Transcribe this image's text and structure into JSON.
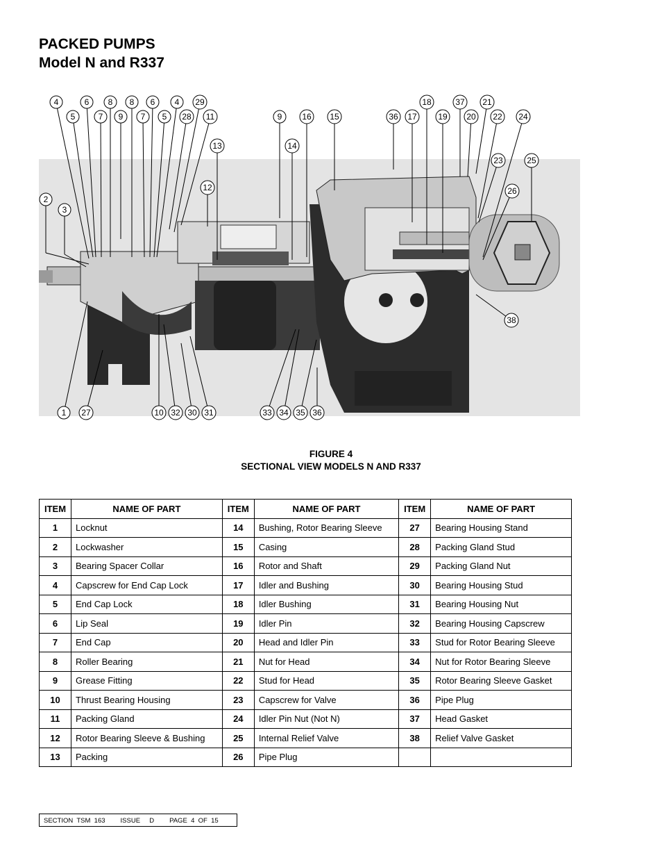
{
  "title": {
    "line1": "PACKED PUMPS",
    "line2": "Model N and R337"
  },
  "figure": {
    "caption_line1": "FIGURE 4",
    "caption_line2": "SECTIONAL VIEW MODELS N AND R337",
    "callouts": [
      "4",
      "5",
      "6",
      "7",
      "8",
      "8",
      "9",
      "6",
      "7",
      "4",
      "5",
      "29",
      "28",
      "11",
      "13",
      "12",
      "14",
      "9",
      "16",
      "15",
      "36",
      "17",
      "18",
      "37",
      "19",
      "21",
      "20",
      "22",
      "24",
      "23",
      "25",
      "26",
      "2",
      "3",
      "38",
      "1",
      "27",
      "10",
      "32",
      "30",
      "31",
      "33",
      "34",
      "35",
      "36"
    ]
  },
  "table": {
    "headers": [
      "ITEM",
      "NAME OF PART",
      "ITEM",
      "NAME OF PART",
      "ITEM",
      "NAME OF PART"
    ],
    "rows": [
      [
        "1",
        "Locknut",
        "14",
        "Bushing, Rotor Bearing Sleeve",
        "27",
        "Bearing Housing Stand"
      ],
      [
        "2",
        "Lockwasher",
        "15",
        "Casing",
        "28",
        "Packing Gland Stud"
      ],
      [
        "3",
        "Bearing Spacer Collar",
        "16",
        "Rotor and Shaft",
        "29",
        "Packing Gland Nut"
      ],
      [
        "4",
        "Capscrew for End Cap Lock",
        "17",
        "Idler and Bushing",
        "30",
        "Bearing Housing Stud"
      ],
      [
        "5",
        "End Cap Lock",
        "18",
        "Idler Bushing",
        "31",
        "Bearing Housing Nut"
      ],
      [
        "6",
        "Lip Seal",
        "19",
        "Idler Pin",
        "32",
        "Bearing Housing Capscrew"
      ],
      [
        "7",
        "End Cap",
        "20",
        "Head and Idler Pin",
        "33",
        "Stud for Rotor Bearing Sleeve"
      ],
      [
        "8",
        "Roller Bearing",
        "21",
        "Nut for Head",
        "34",
        "Nut for Rotor Bearing Sleeve"
      ],
      [
        "9",
        "Grease Fitting",
        "22",
        "Stud for Head",
        "35",
        "Rotor Bearing Sleeve Gasket"
      ],
      [
        "10",
        "Thrust Bearing Housing",
        "23",
        "Capscrew for Valve",
        "36",
        "Pipe Plug"
      ],
      [
        "11",
        "Packing Gland",
        "24",
        "Idler Pin Nut (Not N)",
        "37",
        "Head Gasket"
      ],
      [
        "12",
        "Rotor Bearing Sleeve & Bushing",
        "25",
        "Internal Relief Valve",
        "38",
        "Relief Valve Gasket"
      ],
      [
        "13",
        "Packing",
        "26",
        "Pipe Plug",
        "",
        ""
      ]
    ]
  },
  "footer": {
    "section": "SECTION  TSM  163",
    "issue": "ISSUE     D",
    "page": "PAGE  4  OF  15"
  }
}
